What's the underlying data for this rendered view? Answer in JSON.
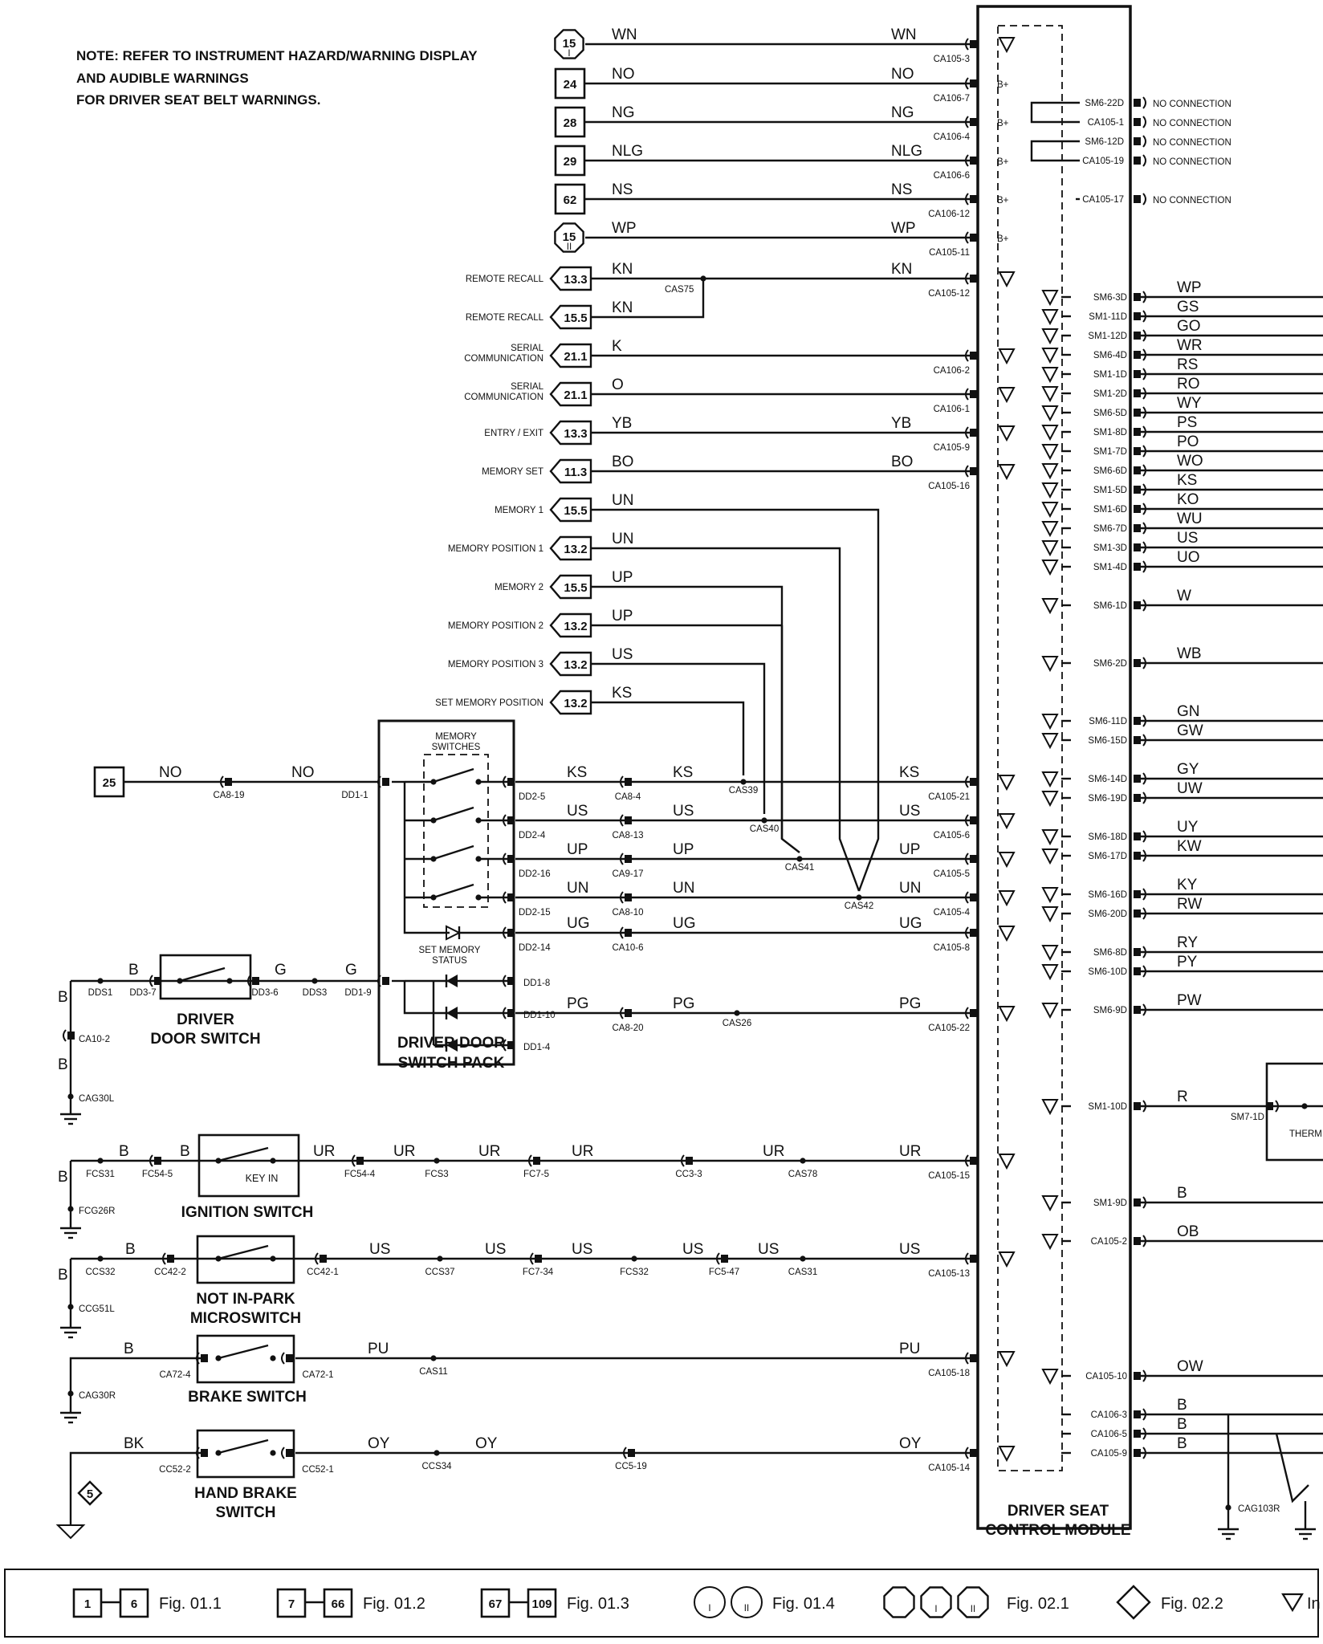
{
  "note": {
    "lines": [
      "NOTE: REFER TO INSTRUMENT HAZARD/WARNING DISPLAY",
      "AND AUDIBLE WARNINGS",
      "FOR DRIVER SEAT BELT WARNINGS."
    ]
  },
  "module": {
    "title_line1": "DRIVER SEAT",
    "title_line2": "CONTROL MODULE"
  },
  "supplies": [
    {
      "ref": "15",
      "sub": "I",
      "shape": "oct",
      "color_left": "WN",
      "color_right": "WN",
      "pin": "CA105-3",
      "mark": "tri"
    },
    {
      "ref": "24",
      "sub": "",
      "shape": "sq",
      "color_left": "NO",
      "color_right": "NO",
      "pin": "CA106-7",
      "mark": "B+"
    },
    {
      "ref": "28",
      "sub": "",
      "shape": "sq",
      "color_left": "NG",
      "color_right": "NG",
      "pin": "CA106-4",
      "mark": "B+"
    },
    {
      "ref": "29",
      "sub": "",
      "shape": "sq",
      "color_left": "NLG",
      "color_right": "NLG",
      "pin": "CA106-6",
      "mark": "B+"
    },
    {
      "ref": "62",
      "sub": "",
      "shape": "sq",
      "color_left": "NS",
      "color_right": "NS",
      "pin": "CA106-12",
      "mark": "B+"
    },
    {
      "ref": "15",
      "sub": "II",
      "shape": "oct",
      "color_left": "WP",
      "color_right": "WP",
      "pin": "CA105-11",
      "mark": "B+"
    }
  ],
  "signals": [
    {
      "label": "REMOTE RECALL",
      "label2": "",
      "ref": "13.3",
      "color": "KN",
      "right_color": "KN",
      "pin": "CA105-12"
    },
    {
      "label": "REMOTE RECALL",
      "label2": "",
      "ref": "15.5",
      "color": "KN",
      "right_color": "",
      "pin": ""
    },
    {
      "label": "SERIAL",
      "label2": "COMMUNICATION",
      "ref": "21.1",
      "color": "K",
      "right_color": "",
      "pin": "CA106-2"
    },
    {
      "label": "SERIAL",
      "label2": "COMMUNICATION",
      "ref": "21.1",
      "color": "O",
      "right_color": "",
      "pin": "CA106-1"
    },
    {
      "label": "ENTRY / EXIT",
      "label2": "",
      "ref": "13.3",
      "color": "YB",
      "right_color": "YB",
      "pin": "CA105-9"
    },
    {
      "label": "MEMORY SET",
      "label2": "",
      "ref": "11.3",
      "color": "BO",
      "right_color": "BO",
      "pin": "CA105-16"
    },
    {
      "label": "MEMORY 1",
      "label2": "",
      "ref": "15.5",
      "color": "UN",
      "right_color": "",
      "pin": ""
    },
    {
      "label": "MEMORY POSITION 1",
      "label2": "",
      "ref": "13.2",
      "color": "UN",
      "right_color": "",
      "pin": ""
    },
    {
      "label": "MEMORY 2",
      "label2": "",
      "ref": "15.5",
      "color": "UP",
      "right_color": "",
      "pin": ""
    },
    {
      "label": "MEMORY POSITION 2",
      "label2": "",
      "ref": "13.2",
      "color": "UP",
      "right_color": "",
      "pin": ""
    },
    {
      "label": "MEMORY POSITION 3",
      "label2": "",
      "ref": "13.2",
      "color": "US",
      "right_color": "",
      "pin": ""
    },
    {
      "label": "SET MEMORY POSITION",
      "label2": "",
      "ref": "13.2",
      "color": "KS",
      "right_color": "",
      "pin": ""
    }
  ],
  "splices": {
    "cas75": "CAS75",
    "cas39": "CAS39",
    "cas40": "CAS40",
    "cas41": "CAS41",
    "cas42": "CAS42",
    "cas26": "CAS26",
    "cas78": "CAS78",
    "cas31": "CAS31",
    "cas11": "CAS11"
  },
  "no_connection": [
    {
      "pin": "SM6-22D",
      "text": "NO CONNECTION"
    },
    {
      "pin": "CA105-1",
      "text": "NO CONNECTION"
    },
    {
      "pin": "SM6-12D",
      "text": "NO CONNECTION"
    },
    {
      "pin": "CA105-19",
      "text": "NO CONNECTION"
    },
    {
      "pin": "CA105-17",
      "text": "NO CONNECTION"
    }
  ],
  "outputs": [
    {
      "pin": "SM6-3D",
      "color": "WP"
    },
    {
      "pin": "SM1-11D",
      "color": "GS"
    },
    {
      "pin": "SM1-12D",
      "color": "GO"
    },
    {
      "pin": "SM6-4D",
      "color": "WR"
    },
    {
      "pin": "SM1-1D",
      "color": "RS"
    },
    {
      "pin": "SM1-2D",
      "color": "RO"
    },
    {
      "pin": "SM6-5D",
      "color": "WY"
    },
    {
      "pin": "SM1-8D",
      "color": "PS"
    },
    {
      "pin": "SM1-7D",
      "color": "PO"
    },
    {
      "pin": "SM6-6D",
      "color": "WO"
    },
    {
      "pin": "SM1-5D",
      "color": "KS"
    },
    {
      "pin": "SM1-6D",
      "color": "KO"
    },
    {
      "pin": "SM6-7D",
      "color": "WU"
    },
    {
      "pin": "SM1-3D",
      "color": "US"
    },
    {
      "pin": "SM1-4D",
      "color": "UO"
    },
    {
      "pin": "SM6-1D",
      "color": "W"
    },
    {
      "pin": "SM6-2D",
      "color": "WB"
    },
    {
      "pin": "SM6-11D",
      "color": "GN"
    },
    {
      "pin": "SM6-15D",
      "color": "GW"
    },
    {
      "pin": "SM6-14D",
      "color": "GY"
    },
    {
      "pin": "SM6-19D",
      "color": "UW"
    },
    {
      "pin": "SM6-18D",
      "color": "UY"
    },
    {
      "pin": "SM6-17D",
      "color": "KW"
    },
    {
      "pin": "SM6-16D",
      "color": "KY"
    },
    {
      "pin": "SM6-20D",
      "color": "RW"
    },
    {
      "pin": "SM6-8D",
      "color": "RY"
    },
    {
      "pin": "SM6-10D",
      "color": "PY"
    },
    {
      "pin": "SM6-9D",
      "color": "PW"
    },
    {
      "pin": "SM1-10D",
      "color": "R"
    },
    {
      "pin": "SM1-9D",
      "color": "B"
    },
    {
      "pin": "CA105-2",
      "color": "OB"
    },
    {
      "pin": "CA105-10",
      "color": "OW"
    },
    {
      "pin": "CA106-3",
      "color": "B"
    },
    {
      "pin": "CA106-5",
      "color": "B"
    },
    {
      "pin": "CA105-9",
      "color": "B"
    }
  ],
  "thermistor": {
    "pin": "SM7-1D",
    "label": "THERM"
  },
  "gnd_right": "CAG103R",
  "switch_pack": {
    "title1": "DRIVER DOOR",
    "title2": "SWITCH PACK",
    "mem_label1": "MEMORY",
    "mem_label2": "SWITCHES",
    "status_label1": "SET MEMORY",
    "status_label2": "STATUS",
    "input_ref": "25",
    "input_color_a": "NO",
    "input_color_b": "NO",
    "input_conn": "CA8-19",
    "input_pin": "DD1-1",
    "rows": [
      {
        "pin": "DD2-5",
        "c1": "KS",
        "conn": "CA8-4",
        "c2": "KS",
        "c3": "KS",
        "mpin": "CA105-21"
      },
      {
        "pin": "DD2-4",
        "c1": "US",
        "conn": "CA8-13",
        "c2": "US",
        "c3": "US",
        "mpin": "CA105-6"
      },
      {
        "pin": "DD2-16",
        "c1": "UP",
        "conn": "CA9-17",
        "c2": "UP",
        "c3": "UP",
        "mpin": "CA105-5"
      },
      {
        "pin": "DD2-15",
        "c1": "UN",
        "conn": "CA8-10",
        "c2": "UN",
        "c3": "UN",
        "mpin": "CA105-4"
      },
      {
        "pin": "DD2-14",
        "c1": "UG",
        "conn": "CA10-6",
        "c2": "UG",
        "c3": "UG",
        "mpin": "CA105-8"
      }
    ],
    "pg": {
      "c1": "PG",
      "conn": "CA8-20",
      "c2": "PG",
      "c3": "PG",
      "mpin": "CA105-22"
    },
    "diode_pins": [
      "DD1-8",
      "DD1-10",
      "DD1-4"
    ]
  },
  "door_switch": {
    "title1": "DRIVER",
    "title2": "DOOR SWITCH",
    "splice_a": "DDS1",
    "pin_a": "DD3-7",
    "pin_b": "DD3-6",
    "splice_b": "DDS3",
    "pin_c": "DD1-9",
    "c1": "B",
    "c2": "G",
    "c3": "G",
    "vc": "B",
    "vconn": "CA10-2",
    "vc2": "B",
    "ground": "CAG30L"
  },
  "ignition": {
    "title": "IGNITION SWITCH",
    "key_in": "KEY IN",
    "splice": "FCS31",
    "conn_a": "FC54-5",
    "pin_out_conn": "FC54-4",
    "splice2": "FCS3",
    "conn_b": "FC7-5",
    "conn_c": "CC3-3",
    "colors": [
      "B",
      "B",
      "UR",
      "UR",
      "UR",
      "UR",
      "UR",
      "UR"
    ],
    "mpin": "CA105-15",
    "vc": "B",
    "ground": "FCG26R"
  },
  "park": {
    "title1": "NOT IN-PARK",
    "title2": "MICROSWITCH",
    "splice": "CCS32",
    "conn_a": "CC42-2",
    "conn_b": "CC42-1",
    "splice2": "CCS37",
    "conn_c": "FC7-34",
    "splice3": "FCS32",
    "conn_d": "FC5-47",
    "colors": [
      "B",
      "US",
      "US",
      "US",
      "US",
      "US",
      "US"
    ],
    "mpin": "CA105-13",
    "vc": "B",
    "ground": "CCG51L"
  },
  "brake": {
    "title": "BRAKE SWITCH",
    "conn_a": "CA72-4",
    "conn_b": "CA72-1",
    "colors": [
      "B",
      "PU",
      "PU"
    ],
    "mpin": "CA105-18",
    "ground": "CAG30R"
  },
  "handbrake": {
    "title1": "HAND BRAKE",
    "title2": "SWITCH",
    "conn_a": "CC52-2",
    "conn_b": "CC52-1",
    "splice": "CCS34",
    "conn_c": "CC5-19",
    "colors": [
      "BK",
      "OY",
      "OY",
      "OY"
    ],
    "mpin": "CA105-14",
    "ground_ref": "5"
  },
  "legend": [
    {
      "a": "1",
      "b": "6",
      "fig": "Fig. 01.1"
    },
    {
      "a": "7",
      "b": "66",
      "fig": "Fig. 01.2"
    },
    {
      "a": "67",
      "b": "109",
      "fig": "Fig. 01.3"
    },
    {
      "circle_sub": [
        "I",
        "II"
      ],
      "fig": "Fig. 01.4"
    },
    {
      "oct_sub": [
        "",
        "I",
        "II"
      ],
      "fig": "Fig. 02.1"
    },
    {
      "diamond": true,
      "fig": "Fig. 02.2"
    },
    {
      "tri": true,
      "fig": "In"
    }
  ]
}
